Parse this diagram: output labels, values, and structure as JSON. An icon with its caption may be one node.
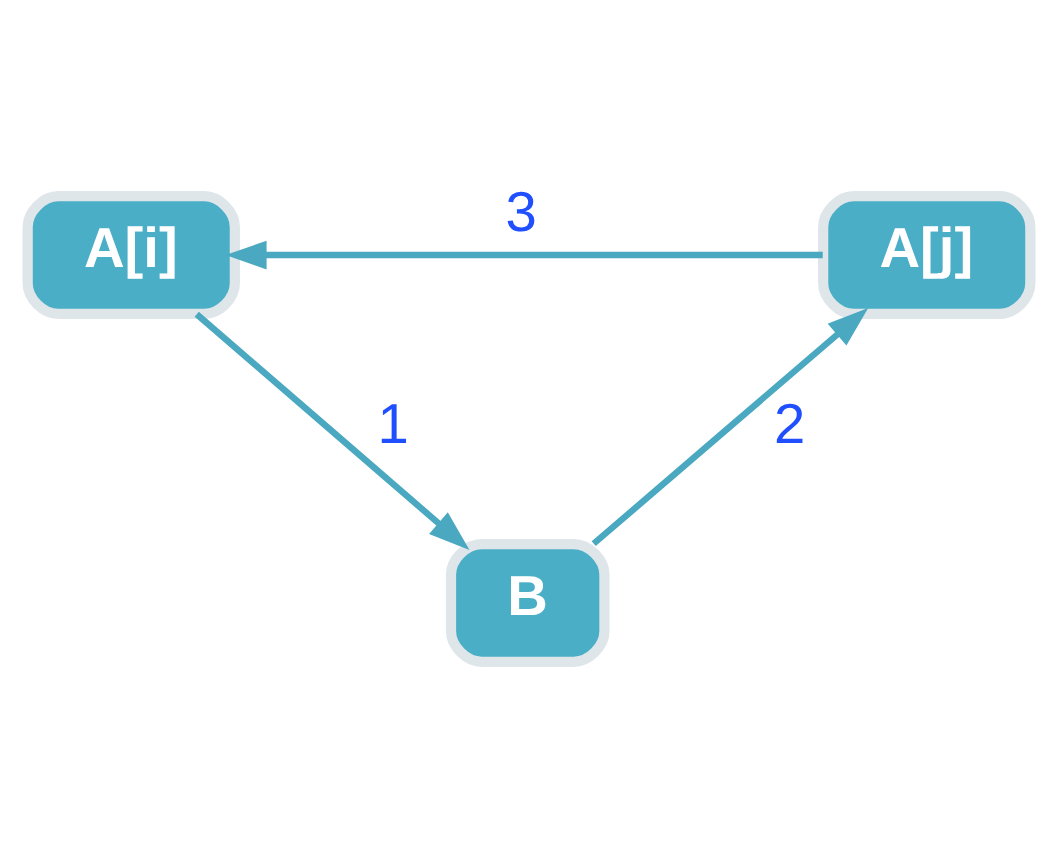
{
  "diagram": {
    "nodes": [
      {
        "text": [
          "A[i]"
        ]
      },
      {
        "text": [
          "A[j]"
        ]
      },
      {
        "text": [
          "B"
        ]
      }
    ],
    "edges": [
      {
        "from": 0,
        "to": 2,
        "arrow": "to",
        "label": "1"
      },
      {
        "from": 2,
        "to": 1,
        "arrow": "to",
        "label": "2"
      },
      {
        "from": 1,
        "to": 0,
        "arrow": "to",
        "label": "3"
      }
    ]
  }
}
